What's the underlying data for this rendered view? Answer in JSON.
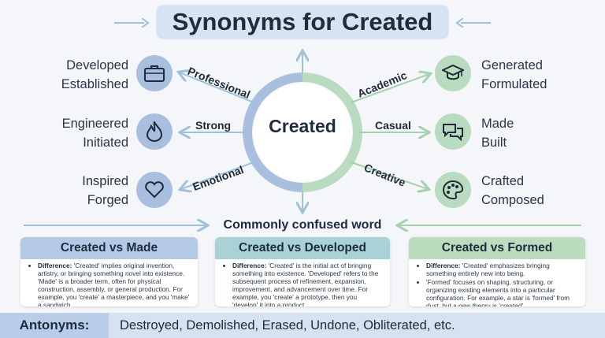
{
  "title": "Synonyms for Created",
  "center_word": "Created",
  "categories": {
    "professional": "Professional",
    "strong": "Strong",
    "emotional": "Emotional",
    "academic": "Academic",
    "casual": "Casual",
    "creative": "Creative"
  },
  "synonyms": {
    "professional": [
      "Developed",
      "Established"
    ],
    "strong": [
      "Engineered",
      "Initiated"
    ],
    "emotional": [
      "Inspired",
      "Forged"
    ],
    "academic": [
      "Generated",
      "Formulated"
    ],
    "casual": [
      "Made",
      "Built"
    ],
    "creative": [
      "Crafted",
      "Composed"
    ]
  },
  "icons": {
    "professional": "briefcase-icon",
    "strong": "flame-icon",
    "emotional": "heart-icon",
    "academic": "graduation-cap-icon",
    "casual": "speech-bubbles-icon",
    "creative": "palette-icon"
  },
  "confused_title": "Commonly confused word",
  "cards": [
    {
      "title": "Created vs Made",
      "bullets": [
        {
          "lead": "Difference:",
          "text": " 'Created' implies original invention, artistry, or bringing something novel into existence. 'Made' is a broader term, often for physical construction, assembly, or general production. For example, you 'create' a masterpiece, and you 'make' a sandwich."
        }
      ]
    },
    {
      "title": "Created vs Developed",
      "bullets": [
        {
          "lead": "Difference:",
          "text": " 'Created' is the initial act of bringing something into existence. 'Developed' refers to the subsequent process of refinement, expansion, improvement, and advancement over time. For example, you 'create' a prototype, then you 'develop' it into a product."
        }
      ]
    },
    {
      "title": "Created vs Formed",
      "bullets": [
        {
          "lead": "Difference:",
          "text": " 'Created' emphasizes bringing something entirely new into being."
        },
        {
          "lead": "",
          "text": "'Formed' focuses on shaping, structuring, or organizing existing elements into a particular configuration. For example, a star is 'formed' from dust, but a new theory is 'created'."
        }
      ]
    }
  ],
  "antonyms": {
    "label": "Antonyms:",
    "text": "Destroyed, Demolished, Erased, Undone, Obliterated, etc."
  },
  "colors": {
    "blue": "#a8bfe0",
    "green": "#b9dbbf",
    "title_bg": "#d7e3f3",
    "arrow": "#9ec2dc"
  }
}
